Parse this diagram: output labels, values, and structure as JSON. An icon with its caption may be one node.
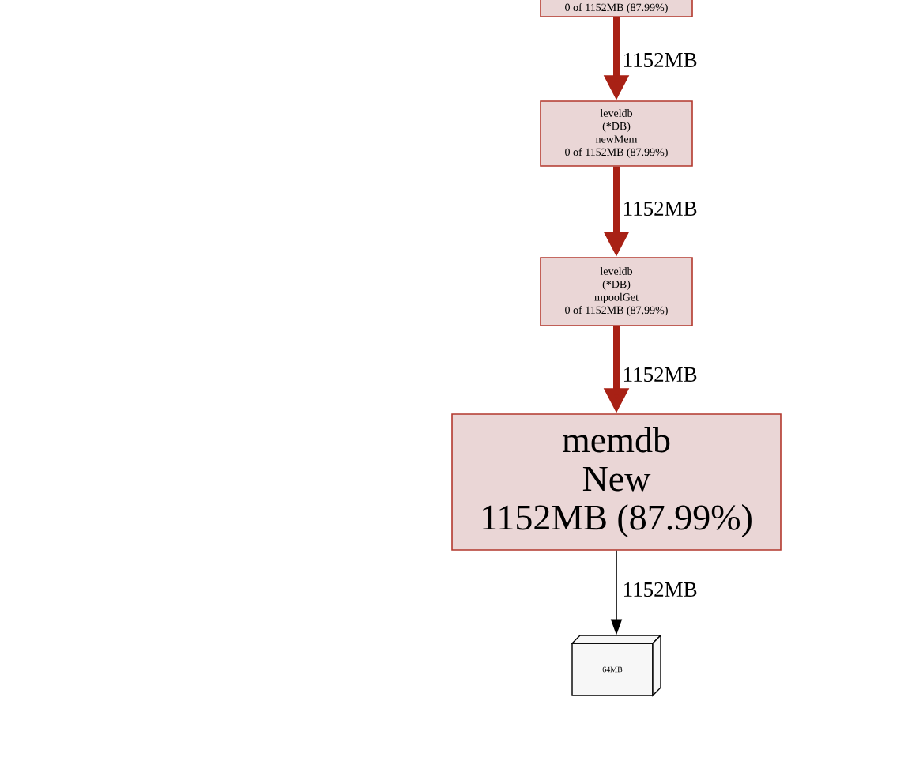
{
  "diagram": {
    "nodes": [
      {
        "text": [
          "0 of 1152MB (87.99%)"
        ]
      },
      {
        "text": [
          "leveldb",
          "(*DB)",
          "newMem",
          "0 of 1152MB (87.99%)"
        ]
      },
      {
        "text": [
          "leveldb",
          "(*DB)",
          "mpoolGet",
          "0 of 1152MB (87.99%)"
        ]
      },
      {
        "text": [
          "memdb",
          "New",
          "1152MB (87.99%)"
        ]
      },
      {
        "text": [
          "64MB"
        ]
      }
    ],
    "edges": [
      {
        "from": 0,
        "to": 1,
        "arrow": "to",
        "label": "1152MB"
      },
      {
        "from": 1,
        "to": 2,
        "arrow": "to",
        "label": "1152MB"
      },
      {
        "from": 2,
        "to": 3,
        "arrow": "to",
        "label": "1152MB"
      },
      {
        "from": 3,
        "to": 4,
        "arrow": "to",
        "label": "1152MB",
        "color": "#000000"
      }
    ]
  }
}
